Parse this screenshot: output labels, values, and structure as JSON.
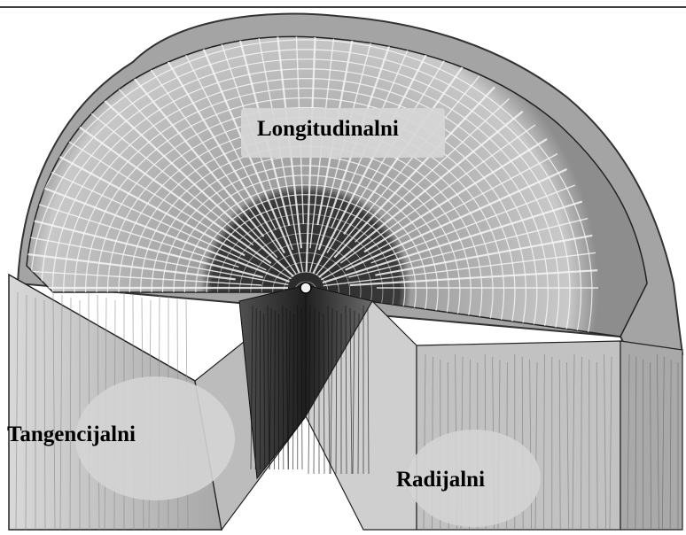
{
  "labels": {
    "longitudinal": "Longitudinalni",
    "tangential": "Tangencijalni",
    "radial": "Radijalni"
  },
  "colors": {
    "background": "#ffffff",
    "label_patch": "#d6d6d6",
    "wood_light": "#e6e6e6",
    "wood_mid": "#9a9a9a",
    "heartwood": "#1a1a1a",
    "ink": "#000000"
  }
}
